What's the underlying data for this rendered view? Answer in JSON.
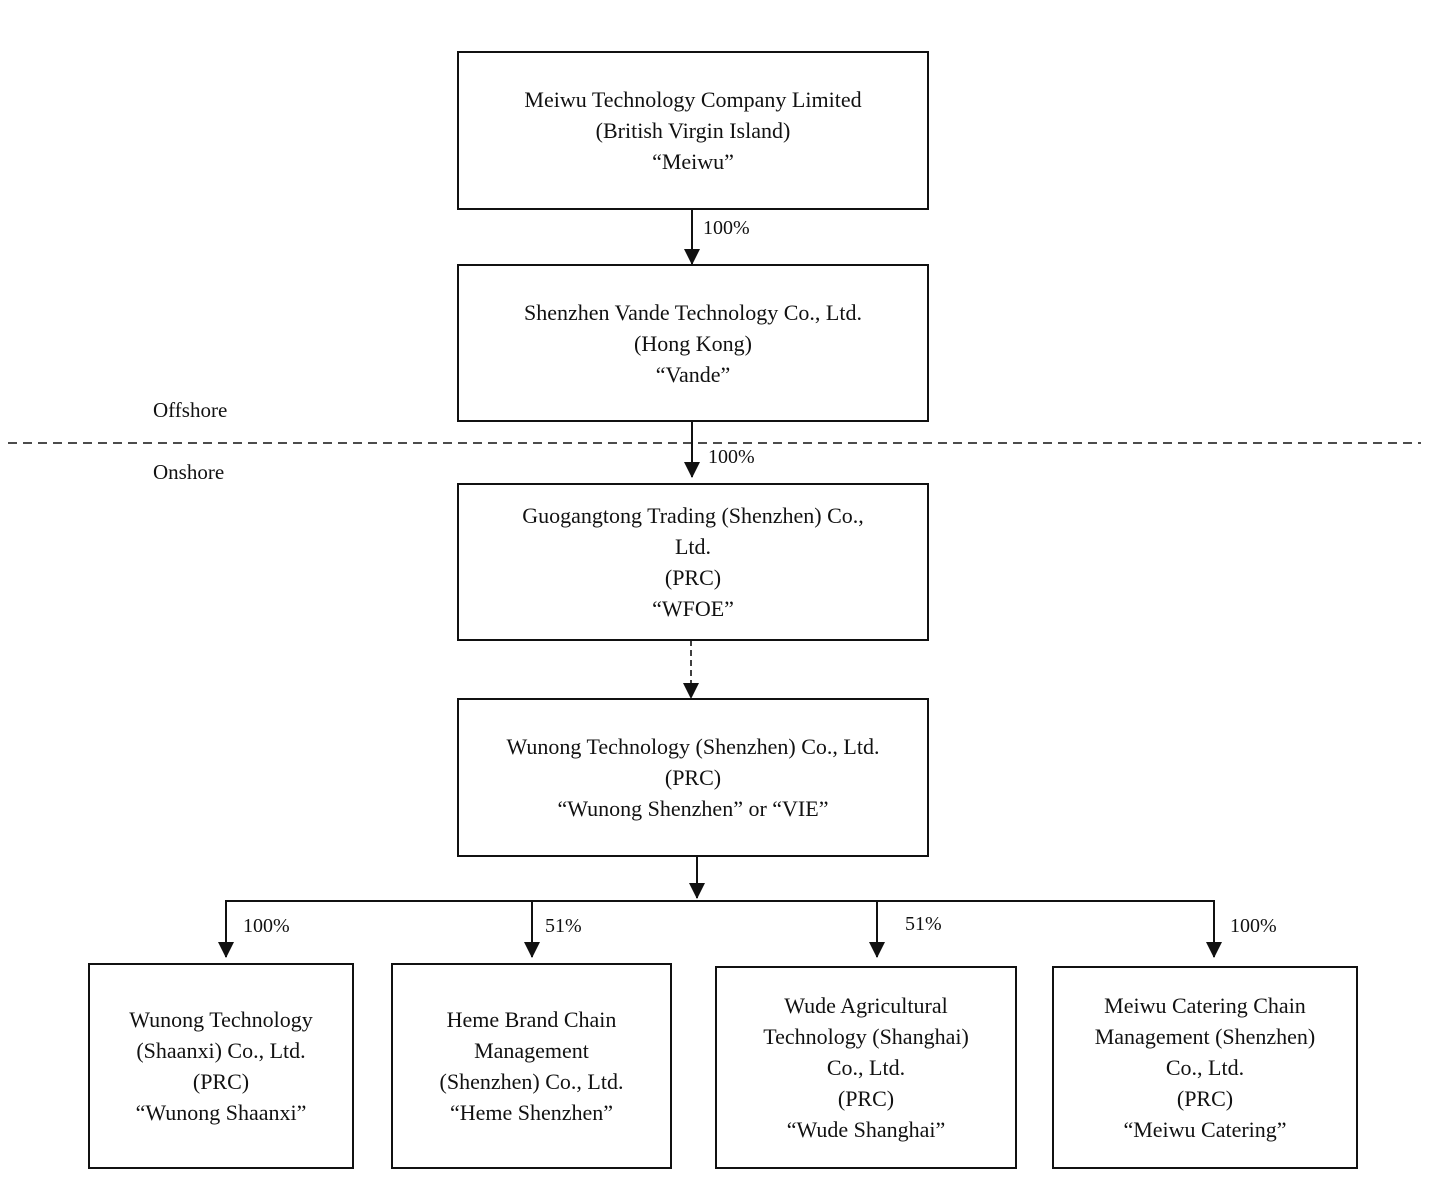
{
  "regions": {
    "offshore": "Offshore",
    "onshore": "Onshore"
  },
  "entities": {
    "meiwu": [
      "Meiwu Technology Company Limited",
      "(British Virgin Island)",
      "“Meiwu”"
    ],
    "vande": [
      "Shenzhen Vande Technology Co., Ltd.",
      "(Hong Kong)",
      "“Vande”"
    ],
    "wfoe": [
      "Guogangtong Trading (Shenzhen) Co.,",
      "Ltd.",
      "(PRC)",
      "“WFOE”"
    ],
    "vie": [
      "Wunong Technology (Shenzhen) Co., Ltd.",
      "(PRC)",
      "“Wunong Shenzhen” or “VIE”"
    ],
    "shaanxi": [
      "Wunong Technology",
      "(Shaanxi) Co., Ltd.",
      "(PRC)",
      "“Wunong Shaanxi”"
    ],
    "heme": [
      "Heme Brand Chain",
      "Management",
      "(Shenzhen) Co., Ltd.",
      "“Heme Shenzhen”"
    ],
    "wude": [
      "Wude Agricultural",
      "Technology (Shanghai)",
      "Co., Ltd.",
      "(PRC)",
      "“Wude Shanghai”"
    ],
    "catering": [
      "Meiwu Catering Chain",
      "Management (Shenzhen)",
      "Co., Ltd.",
      "(PRC)",
      "“Meiwu Catering”"
    ]
  },
  "ownership": {
    "meiwu_to_vande": "100%",
    "vande_to_wfoe": "100%",
    "vie_to_shaanxi": "100%",
    "vie_to_heme": "51%",
    "vie_to_wude": "51%",
    "vie_to_catering": "100%"
  }
}
